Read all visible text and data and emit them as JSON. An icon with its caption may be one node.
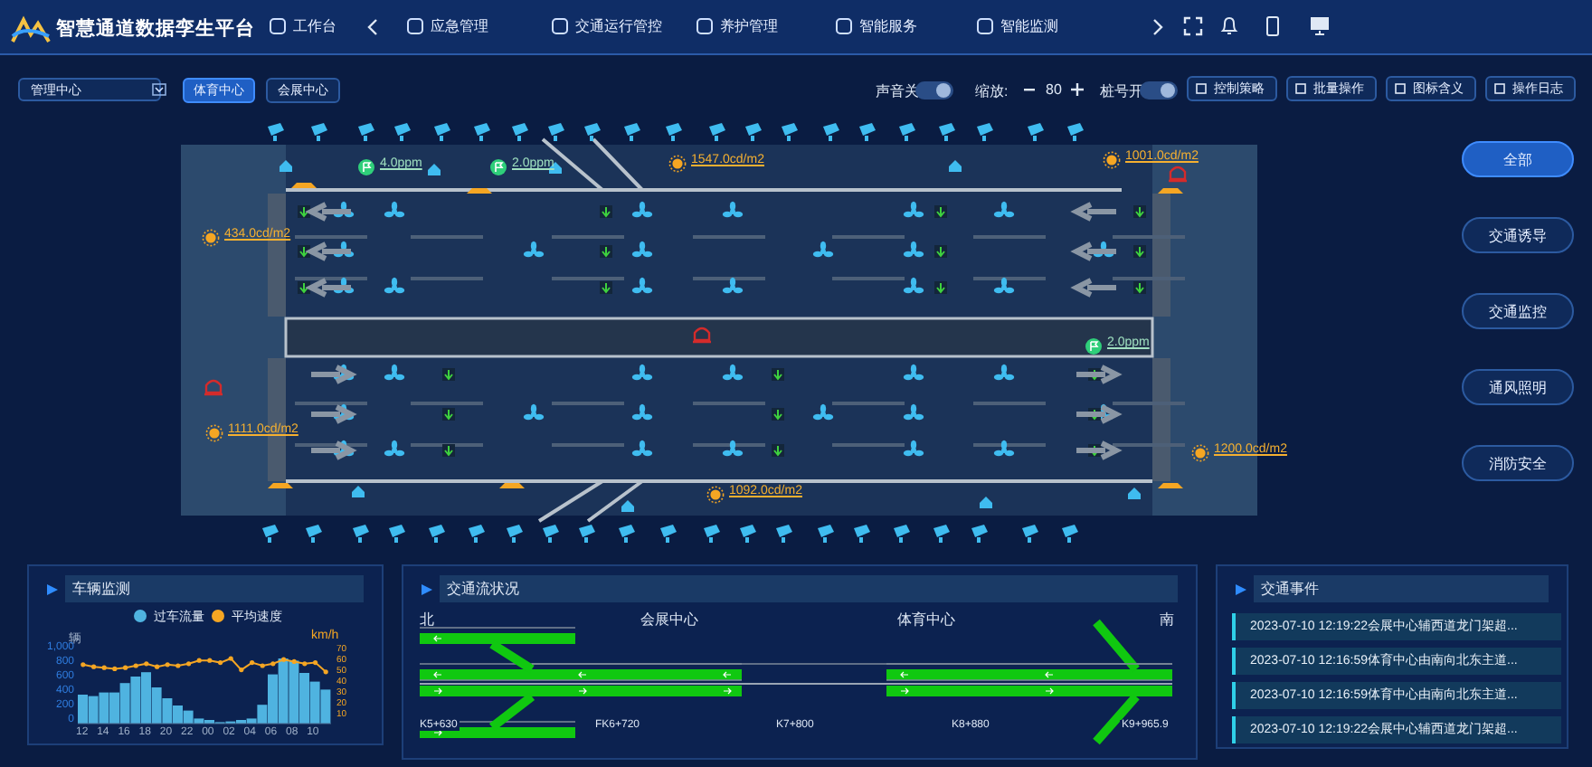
{
  "diagram": {
    "title": "智慧通道数据孪生平台",
    "nodes": [
      {
        "text": [
          "管理中心"
        ]
      },
      {
        "text": [
          "体育中心"
        ]
      },
      {
        "text": [
          "会展中心"
        ]
      },
      {
        "text": [
          "控制策略"
        ]
      },
      {
        "text": [
          "批量操作"
        ]
      },
      {
        "text": [
          "图标含义"
        ]
      },
      {
        "text": [
          "操作日志"
        ]
      },
      {
        "text": [
          "全部"
        ]
      },
      {
        "text": [
          "交通诱导"
        ]
      },
      {
        "text": [
          "交通监控"
        ]
      },
      {
        "text": [
          "通风照明"
        ]
      },
      {
        "text": [
          "消防安全"
        ]
      },
      {
        "text": [
          "车辆监测"
        ]
      },
      {
        "text": [
          "交通流状况"
        ]
      },
      {
        "text": [
          "交通事件"
        ]
      },
      {
        "text": [
          "2023-07-10 12:19:22会展中心辅西道龙门架超..."
        ],
        "in": 14
      },
      {
        "text": [
          "2023-07-10 12:16:59体育中心由南向北东主道..."
        ],
        "in": 14
      },
      {
        "text": [
          "2023-07-10 12:16:59体育中心由南向北东主道..."
        ],
        "in": 14
      },
      {
        "text": [
          "2023-07-10 12:19:22会展中心辅西道龙门架超..."
        ],
        "in": 14
      }
    ],
    "labels": [
      "工作台",
      "应急管理",
      "交通运行管控",
      "养护管理",
      "智能服务",
      "智能监测",
      "声音关",
      "缩放:",
      "80",
      "桩号开",
      "4.0ppm",
      "2.0ppm",
      "1547.0cd/m2",
      "1001.0cd/m2",
      "434.0cd/m2",
      "1111.0cd/m2",
      "2.0ppm",
      "1092.0cd/m2",
      "1200.0cd/m2",
      "辆",
      "km/h",
      "1,000",
      "800",
      "600",
      "400",
      "200",
      "0",
      "70",
      "60",
      "50",
      "40",
      "30",
      "20",
      "10",
      "12",
      "14",
      "16",
      "18",
      "20",
      "22",
      "00",
      "02",
      "04",
      "06",
      "08",
      "10",
      "北",
      "会展中心",
      "体育中心",
      "南",
      "K5+630",
      "FK6+720",
      "K7+800",
      "K8+880",
      "K9+965.9"
    ],
    "legend": [
      {
        "text": "过车流量",
        "color": "#4fb3e0"
      },
      {
        "text": "平均速度",
        "color": "#f5a623"
      }
    ]
  }
}
